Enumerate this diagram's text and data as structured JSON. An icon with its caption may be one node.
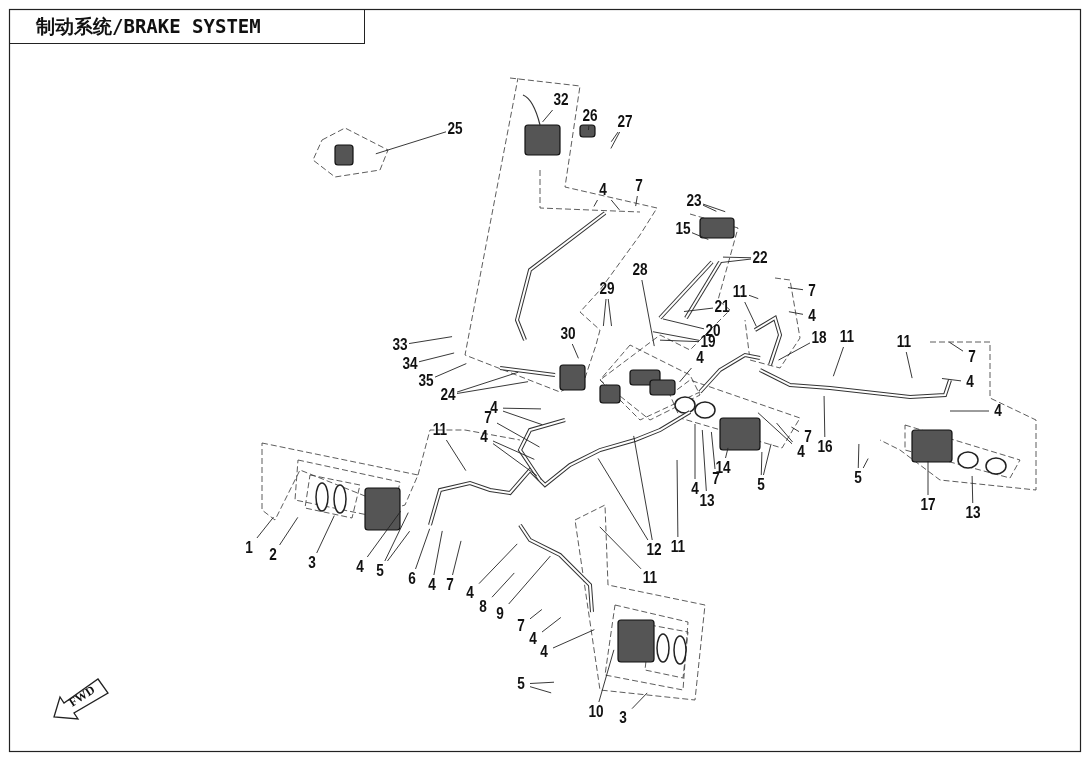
{
  "diagram": {
    "title": "制动系统/BRAKE SYSTEM",
    "nodes": [
      {
        "text": [
          "32"
        ]
      },
      {
        "text": [
          "26"
        ]
      },
      {
        "text": [
          "27"
        ]
      },
      {
        "text": [
          "25"
        ]
      },
      {
        "text": [
          "4"
        ]
      },
      {
        "text": [
          "7"
        ]
      },
      {
        "text": [
          "23"
        ]
      },
      {
        "text": [
          "15"
        ]
      },
      {
        "text": [
          "22"
        ]
      },
      {
        "text": [
          "28"
        ]
      },
      {
        "text": [
          "29"
        ]
      },
      {
        "text": [
          "21"
        ]
      },
      {
        "text": [
          "20"
        ]
      },
      {
        "text": [
          "19"
        ]
      },
      {
        "text": [
          "4"
        ]
      },
      {
        "text": [
          "30"
        ]
      },
      {
        "text": [
          "33"
        ]
      },
      {
        "text": [
          "34"
        ]
      },
      {
        "text": [
          "35"
        ]
      },
      {
        "text": [
          "24"
        ]
      },
      {
        "text": [
          "11"
        ]
      },
      {
        "text": [
          "7"
        ]
      },
      {
        "text": [
          "4"
        ]
      },
      {
        "text": [
          "18"
        ]
      },
      {
        "text": [
          "11"
        ]
      },
      {
        "text": [
          "11"
        ]
      },
      {
        "text": [
          "7"
        ]
      },
      {
        "text": [
          "4"
        ]
      },
      {
        "text": [
          "4"
        ]
      },
      {
        "text": [
          "16"
        ]
      },
      {
        "text": [
          "5"
        ]
      },
      {
        "text": [
          "17"
        ]
      },
      {
        "text": [
          "13"
        ]
      },
      {
        "text": [
          "7"
        ]
      },
      {
        "text": [
          "4"
        ]
      },
      {
        "text": [
          "14"
        ]
      },
      {
        "text": [
          "5"
        ]
      },
      {
        "text": [
          "7"
        ]
      },
      {
        "text": [
          "13"
        ]
      },
      {
        "text": [
          "4"
        ]
      },
      {
        "text": [
          "11"
        ]
      },
      {
        "text": [
          "12"
        ]
      },
      {
        "text": [
          "11"
        ]
      },
      {
        "text": [
          "4"
        ]
      },
      {
        "text": [
          "7"
        ]
      },
      {
        "text": [
          "4"
        ]
      },
      {
        "text": [
          "11"
        ]
      },
      {
        "text": [
          "1"
        ]
      },
      {
        "text": [
          "2"
        ]
      },
      {
        "text": [
          "3"
        ]
      },
      {
        "text": [
          "4"
        ]
      },
      {
        "text": [
          "5"
        ]
      },
      {
        "text": [
          "6"
        ]
      },
      {
        "text": [
          "4"
        ]
      },
      {
        "text": [
          "7"
        ]
      },
      {
        "text": [
          "4"
        ]
      },
      {
        "text": [
          "8"
        ]
      },
      {
        "text": [
          "9"
        ]
      },
      {
        "text": [
          "7"
        ]
      },
      {
        "text": [
          "4"
        ]
      },
      {
        "text": [
          "4"
        ]
      },
      {
        "text": [
          "5"
        ]
      },
      {
        "text": [
          "10"
        ]
      },
      {
        "text": [
          "3"
        ]
      },
      {
        "text": [
          "FWD"
        ]
      }
    ],
    "edges": [
      {
        "from": 0,
        "to": null,
        "arrow": "none"
      },
      {
        "from": 1,
        "to": null,
        "arrow": "none"
      },
      {
        "from": 2,
        "to": null,
        "arrow": "none"
      },
      {
        "from": 2,
        "to": null,
        "arrow": "none"
      },
      {
        "from": 3,
        "to": null,
        "arrow": "none"
      },
      {
        "from": 4,
        "to": null,
        "arrow": "none"
      },
      {
        "from": 4,
        "to": null,
        "arrow": "none"
      },
      {
        "from": 5,
        "to": null,
        "arrow": "none"
      },
      {
        "from": 6,
        "to": null,
        "arrow": "none"
      },
      {
        "from": 6,
        "to": null,
        "arrow": "none"
      },
      {
        "from": 7,
        "to": null,
        "arrow": "none"
      },
      {
        "from": 8,
        "to": null,
        "arrow": "none"
      },
      {
        "from": 8,
        "to": null,
        "arrow": "none"
      },
      {
        "from": 9,
        "to": null,
        "arrow": "none"
      },
      {
        "from": 10,
        "to": null,
        "arrow": "none"
      },
      {
        "from": 10,
        "to": null,
        "arrow": "none"
      },
      {
        "from": 11,
        "to": null,
        "arrow": "none"
      },
      {
        "from": 12,
        "to": null,
        "arrow": "none"
      },
      {
        "from": 13,
        "to": null,
        "arrow": "none"
      },
      {
        "from": 13,
        "to": null,
        "arrow": "none"
      },
      {
        "from": 14,
        "to": null,
        "arrow": "none"
      },
      {
        "from": 15,
        "to": null,
        "arrow": "none"
      },
      {
        "from": 16,
        "to": null,
        "arrow": "none"
      },
      {
        "from": 17,
        "to": null,
        "arrow": "none"
      },
      {
        "from": 18,
        "to": null,
        "arrow": "none"
      },
      {
        "from": 19,
        "to": null,
        "arrow": "none"
      },
      {
        "from": 19,
        "to": null,
        "arrow": "none"
      },
      {
        "from": 20,
        "to": null,
        "arrow": "none"
      },
      {
        "from": 20,
        "to": null,
        "arrow": "none"
      },
      {
        "from": 21,
        "to": null,
        "arrow": "none"
      },
      {
        "from": 22,
        "to": null,
        "arrow": "none"
      },
      {
        "from": 23,
        "to": null,
        "arrow": "none"
      },
      {
        "from": 24,
        "to": null,
        "arrow": "none"
      },
      {
        "from": 25,
        "to": null,
        "arrow": "none"
      },
      {
        "from": 26,
        "to": null,
        "arrow": "none"
      },
      {
        "from": 27,
        "to": null,
        "arrow": "none"
      },
      {
        "from": 28,
        "to": null,
        "arrow": "none"
      },
      {
        "from": 29,
        "to": null,
        "arrow": "none"
      },
      {
        "from": 30,
        "to": null,
        "arrow": "none"
      },
      {
        "from": 30,
        "to": null,
        "arrow": "none"
      },
      {
        "from": 31,
        "to": null,
        "arrow": "none"
      },
      {
        "from": 32,
        "to": null,
        "arrow": "none"
      },
      {
        "from": 33,
        "to": null,
        "arrow": "none"
      },
      {
        "from": 34,
        "to": null,
        "arrow": "none"
      },
      {
        "from": 34,
        "to": null,
        "arrow": "none"
      },
      {
        "from": 35,
        "to": null,
        "arrow": "none"
      },
      {
        "from": 36,
        "to": null,
        "arrow": "none"
      },
      {
        "from": 36,
        "to": null,
        "arrow": "none"
      },
      {
        "from": 37,
        "to": null,
        "arrow": "none"
      },
      {
        "from": 38,
        "to": null,
        "arrow": "none"
      },
      {
        "from": 39,
        "to": null,
        "arrow": "none"
      },
      {
        "from": 40,
        "to": null,
        "arrow": "none"
      },
      {
        "from": 41,
        "to": null,
        "arrow": "none"
      },
      {
        "from": 41,
        "to": null,
        "arrow": "none"
      },
      {
        "from": 42,
        "to": null,
        "arrow": "none"
      },
      {
        "from": 43,
        "to": null,
        "arrow": "none"
      },
      {
        "from": 43,
        "to": null,
        "arrow": "none"
      },
      {
        "from": 44,
        "to": null,
        "arrow": "none"
      },
      {
        "from": 45,
        "to": null,
        "arrow": "none"
      },
      {
        "from": 45,
        "to": null,
        "arrow": "none"
      },
      {
        "from": 46,
        "to": null,
        "arrow": "none"
      },
      {
        "from": 47,
        "to": null,
        "arrow": "none"
      },
      {
        "from": 48,
        "to": null,
        "arrow": "none"
      },
      {
        "from": 49,
        "to": null,
        "arrow": "none"
      },
      {
        "from": 50,
        "to": null,
        "arrow": "none"
      },
      {
        "from": 51,
        "to": null,
        "arrow": "none"
      },
      {
        "from": 51,
        "to": null,
        "arrow": "none"
      },
      {
        "from": 52,
        "to": null,
        "arrow": "none"
      },
      {
        "from": 53,
        "to": null,
        "arrow": "none"
      },
      {
        "from": 54,
        "to": null,
        "arrow": "none"
      },
      {
        "from": 55,
        "to": null,
        "arrow": "none"
      },
      {
        "from": 56,
        "to": null,
        "arrow": "none"
      },
      {
        "from": 57,
        "to": null,
        "arrow": "none"
      },
      {
        "from": 58,
        "to": null,
        "arrow": "none"
      },
      {
        "from": 59,
        "to": null,
        "arrow": "none"
      },
      {
        "from": 60,
        "to": null,
        "arrow": "none"
      },
      {
        "from": 61,
        "to": null,
        "arrow": "none"
      },
      {
        "from": 61,
        "to": null,
        "arrow": "none"
      },
      {
        "from": 62,
        "to": null,
        "arrow": "none"
      },
      {
        "from": 63,
        "to": null,
        "arrow": "none"
      }
    ]
  }
}
